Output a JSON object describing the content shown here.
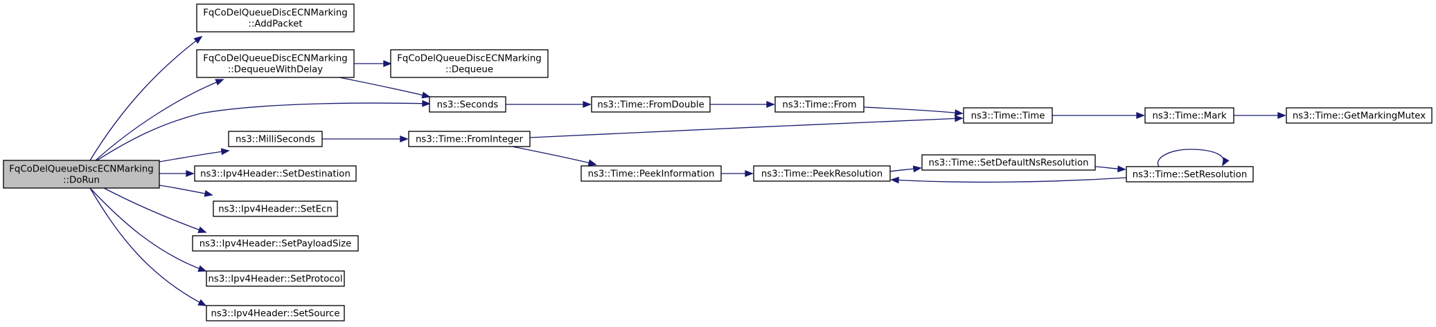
{
  "graph": {
    "nodes": [
      {
        "id": "root",
        "lines": [
          "FqCoDelQueueDiscECNMarking",
          "::DoRun"
        ],
        "root": true
      },
      {
        "id": "addpacket",
        "lines": [
          "FqCoDelQueueDiscECNMarking",
          "::AddPacket"
        ]
      },
      {
        "id": "dequeuewithdelay",
        "lines": [
          "FqCoDelQueueDiscECNMarking",
          "::DequeueWithDelay"
        ]
      },
      {
        "id": "dequeue",
        "lines": [
          "FqCoDelQueueDiscECNMarking",
          "::Dequeue"
        ]
      },
      {
        "id": "seconds",
        "lines": [
          "ns3::Seconds"
        ]
      },
      {
        "id": "fromdouble",
        "lines": [
          "ns3::Time::FromDouble"
        ]
      },
      {
        "id": "from",
        "lines": [
          "ns3::Time::From"
        ]
      },
      {
        "id": "time",
        "lines": [
          "ns3::Time::Time"
        ]
      },
      {
        "id": "mark",
        "lines": [
          "ns3::Time::Mark"
        ]
      },
      {
        "id": "getmarkingmutex",
        "lines": [
          "ns3::Time::GetMarkingMutex"
        ]
      },
      {
        "id": "milliseconds",
        "lines": [
          "ns3::MilliSeconds"
        ]
      },
      {
        "id": "frominteger",
        "lines": [
          "ns3::Time::FromInteger"
        ]
      },
      {
        "id": "peekinformation",
        "lines": [
          "ns3::Time::PeekInformation"
        ]
      },
      {
        "id": "peekresolution",
        "lines": [
          "ns3::Time::PeekResolution"
        ]
      },
      {
        "id": "setdefaultnsresolution",
        "lines": [
          "ns3::Time::SetDefaultNsResolution"
        ]
      },
      {
        "id": "setresolution",
        "lines": [
          "ns3::Time::SetResolution"
        ]
      },
      {
        "id": "setdestination",
        "lines": [
          "ns3::Ipv4Header::SetDestination"
        ]
      },
      {
        "id": "setecn",
        "lines": [
          "ns3::Ipv4Header::SetEcn"
        ]
      },
      {
        "id": "setpayloadsize",
        "lines": [
          "ns3::Ipv4Header::SetPayloadSize"
        ]
      },
      {
        "id": "setprotocol",
        "lines": [
          "ns3::Ipv4Header::SetProtocol"
        ]
      },
      {
        "id": "setsource",
        "lines": [
          "ns3::Ipv4Header::SetSource"
        ]
      }
    ],
    "edges": [
      [
        "root",
        "addpacket"
      ],
      [
        "root",
        "dequeuewithdelay"
      ],
      [
        "root",
        "seconds"
      ],
      [
        "root",
        "milliseconds"
      ],
      [
        "root",
        "setdestination"
      ],
      [
        "root",
        "setecn"
      ],
      [
        "root",
        "setpayloadsize"
      ],
      [
        "root",
        "setprotocol"
      ],
      [
        "root",
        "setsource"
      ],
      [
        "dequeuewithdelay",
        "dequeue"
      ],
      [
        "dequeuewithdelay",
        "seconds"
      ],
      [
        "seconds",
        "fromdouble"
      ],
      [
        "fromdouble",
        "from"
      ],
      [
        "from",
        "time"
      ],
      [
        "time",
        "mark"
      ],
      [
        "mark",
        "getmarkingmutex"
      ],
      [
        "milliseconds",
        "frominteger"
      ],
      [
        "frominteger",
        "time"
      ],
      [
        "frominteger",
        "peekinformation"
      ],
      [
        "peekinformation",
        "peekresolution"
      ],
      [
        "peekresolution",
        "setdefaultnsresolution"
      ],
      [
        "setdefaultnsresolution",
        "setresolution"
      ],
      [
        "setresolution",
        "peekresolution"
      ],
      [
        "setresolution",
        "setresolution"
      ]
    ]
  }
}
